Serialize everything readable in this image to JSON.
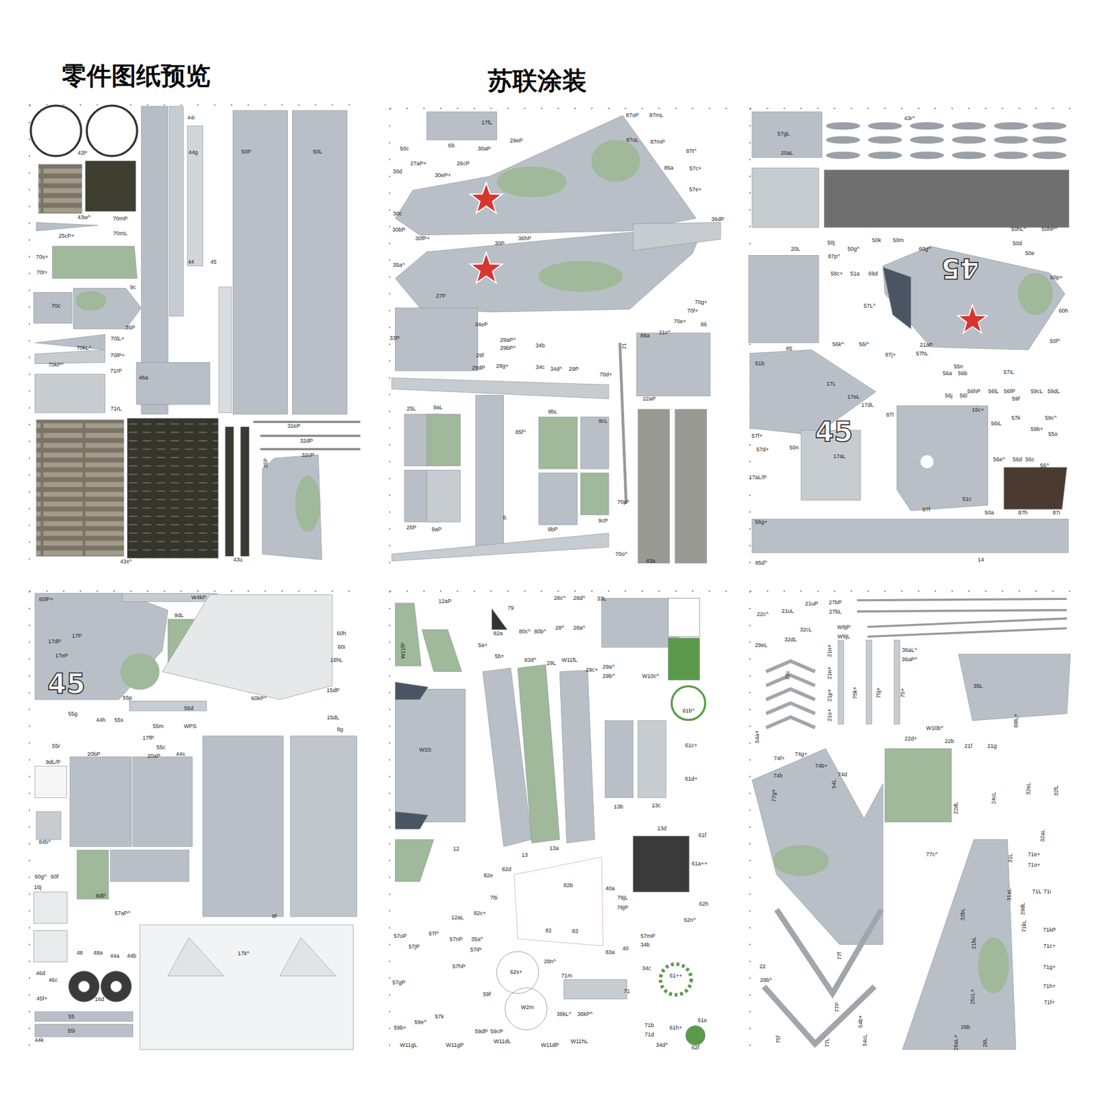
{
  "diagram": {
    "title": "零件图纸预览",
    "labels": [
      "苏联涂装",
      "43l*",
      "44i",
      "44g",
      "50P",
      "50L",
      "43w^",
      "70mP",
      "25cP+",
      "70mL",
      "70s+",
      "70t+",
      "9c",
      "70c",
      "36P",
      "70lL+",
      "70kL^",
      "70lP+",
      "70kP^",
      "71rP",
      "46a",
      "71rL",
      "44",
      "45",
      "32eP",
      "32dP",
      "32cP",
      "35P",
      "43x^",
      "43u",
      "17fL",
      "29eP",
      "87oP",
      "87mL",
      "87oL",
      "87mP",
      "87t^",
      "50c",
      "69.",
      "30aP",
      "27aP+",
      "26cP",
      "85a",
      "57c+",
      "30d",
      "30eP+",
      "57e+",
      "30c",
      "36dP",
      "30bP",
      "30fP+",
      "30P",
      "36hP",
      "35a^",
      "27P",
      "70g+",
      "70f+",
      "21",
      "70e+",
      "86",
      "34eP",
      "29aP^",
      "29bP^",
      "21c^",
      "86a",
      "33P",
      "34b",
      "29f",
      "29g+",
      "34c",
      "34d^",
      "29P",
      "29dP",
      "70d+",
      "22aP",
      "25L",
      "9aL",
      "9bL",
      "9cL",
      "85f^",
      "70p^",
      "25P",
      "9aP",
      "9.",
      "9bP",
      "9cP",
      "70o^",
      "43a",
      "43r^",
      "57gL",
      "20aL",
      "50hL^",
      "50hP^",
      "50j",
      "50g^",
      "50k",
      "50m",
      "60g^",
      "20L",
      "87p^",
      "50d",
      "50e",
      "58c+",
      "51a",
      "69d",
      "50p+",
      "57L^",
      "60h",
      "45",
      "56k^",
      "56i^",
      "21aP",
      "50f^",
      "85",
      "87j+",
      "57hL",
      "51b",
      "55n",
      "57iL",
      "56a",
      "56b",
      "17L",
      "56hP",
      "56lL",
      "56fP",
      "59cL",
      "59dL",
      "56j",
      "56l",
      "17eL",
      "17dL",
      "16c+",
      "87l",
      "59f",
      "57k",
      "59c^",
      "56iL",
      "59b+",
      "55o",
      "45",
      "57f+",
      "57d+",
      "50n",
      "17aL",
      "56e^",
      "56d",
      "56c",
      "56^",
      "17aL/P",
      "51c",
      "87f",
      "50a",
      "87h",
      "87i",
      "56g+",
      "14",
      "85d^",
      "60lP+",
      "W4kP",
      "9dL",
      "17P",
      "17dP",
      "17eP",
      "60h",
      "60i",
      "16hL",
      "45",
      "15dP",
      "55p",
      "60kP^",
      "55d",
      "55g",
      "15dL",
      "44h",
      "55s",
      "55m",
      "WPS",
      "9g",
      "17fP",
      "55r",
      "55c",
      "44s",
      "20bP",
      "20aP",
      "9dL/P",
      "84b^",
      "60g^",
      "60f",
      "16j",
      "9dP",
      "57aP^",
      "9f",
      "17k^",
      "48",
      "48a",
      "44a",
      "44b",
      "46d",
      "46c",
      "45f+",
      "16d",
      "55",
      "55i",
      "44k",
      "12aP",
      "79",
      "28c^",
      "28d^",
      "33L",
      "W11fP",
      "82a",
      "80c^",
      "80b^",
      "28^",
      "28a^",
      "5a+",
      "5b+",
      "83d^",
      "29L",
      "W11fL",
      "29c+",
      "29a^",
      "29b^",
      "W10c^",
      "61b^",
      "61c+",
      "W2S",
      "61d+",
      "13b",
      "13c",
      "13d",
      "61f",
      "12",
      "13a",
      "13",
      "61a++",
      "82d",
      "82e",
      "82b",
      "40a",
      "78jL",
      "78i",
      "62h",
      "78jP",
      "82c+",
      "12aL",
      "62n^",
      "82",
      "83",
      "57l^",
      "57oP",
      "57mP",
      "57nP",
      "35a^",
      "34b",
      "57jP",
      "40",
      "57iP",
      "83a",
      "28n^",
      "57hP",
      "34c",
      "62s+",
      "61++",
      "71m",
      "57gP",
      "71",
      "59f",
      "W2m",
      "36kL^",
      "36kP^",
      "57k",
      "61e",
      "59e^",
      "71b",
      "59b+",
      "61h+",
      "59dP",
      "59cP",
      "71d",
      "W11dL",
      "W11hL",
      "34d^",
      "W11gL",
      "W11gP",
      "W11dP",
      "62f",
      "21uP",
      "27bP",
      "22c^",
      "21uL",
      "27bL",
      "W9jP",
      "32cL",
      "W9jL",
      "32dL",
      "29eL",
      "36aL^",
      "21n+",
      "36aP^",
      "21n+",
      "73c",
      "35L",
      "75k+",
      "75j+",
      "75+",
      "21p+",
      "21o+",
      "60lL+",
      "W10b^",
      "54a+",
      "22d+",
      "22b",
      "21f",
      "21g",
      "74g+",
      "74f+",
      "74b+",
      "74d",
      "74h",
      "54L",
      "32eL",
      "32fL",
      "77g+",
      "24cL",
      "22dL",
      "32aL",
      "77c^",
      "71e+",
      "31L",
      "71o+",
      "71L",
      "71i",
      "31aL",
      "29dL",
      "32bL",
      "71kL",
      "71kP",
      "21hL",
      "71c+",
      "77f",
      "22",
      "71g+",
      "28b^",
      "71h+",
      "25cL+",
      "71f+",
      "77P",
      "54b+",
      "26b",
      "75f",
      "54cL",
      "77L",
      "26aL+",
      "26L"
    ]
  }
}
